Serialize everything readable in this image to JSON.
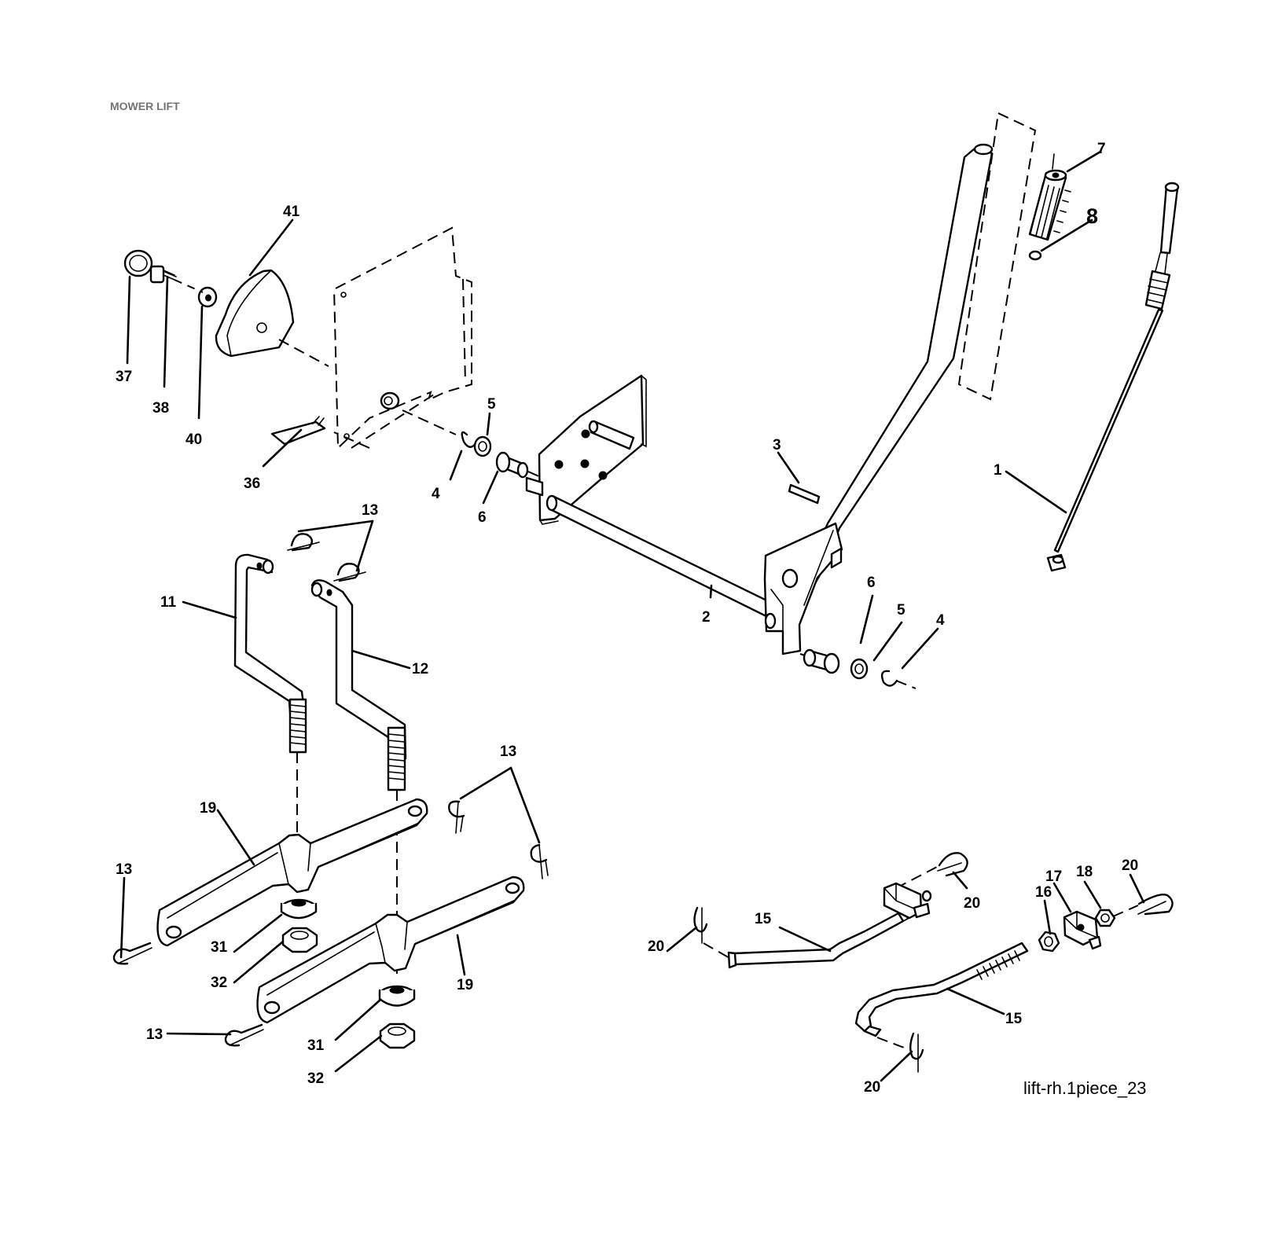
{
  "header_text": "MOWER LIFT",
  "caption": "lift-rh.1piece_23",
  "callouts": {
    "c1": "1",
    "c2": "2",
    "c3": "3",
    "c4a": "4",
    "c4b": "4",
    "c5a": "5",
    "c5b": "5",
    "c6a": "6",
    "c6b": "6",
    "c7": "7",
    "c8": "8",
    "c11": "11",
    "c12": "12",
    "c13a": "13",
    "c13b": "13",
    "c13c": "13",
    "c13d": "13",
    "c15a": "15",
    "c15b": "15",
    "c16": "16",
    "c17": "17",
    "c18": "18",
    "c19a": "19",
    "c19b": "19",
    "c20a": "20",
    "c20b": "20",
    "c20c": "20",
    "c20d": "20",
    "c31a": "31",
    "c31b": "31",
    "c32a": "32",
    "c32b": "32",
    "c36": "36",
    "c37": "37",
    "c38": "38",
    "c40": "40",
    "c41": "41"
  }
}
